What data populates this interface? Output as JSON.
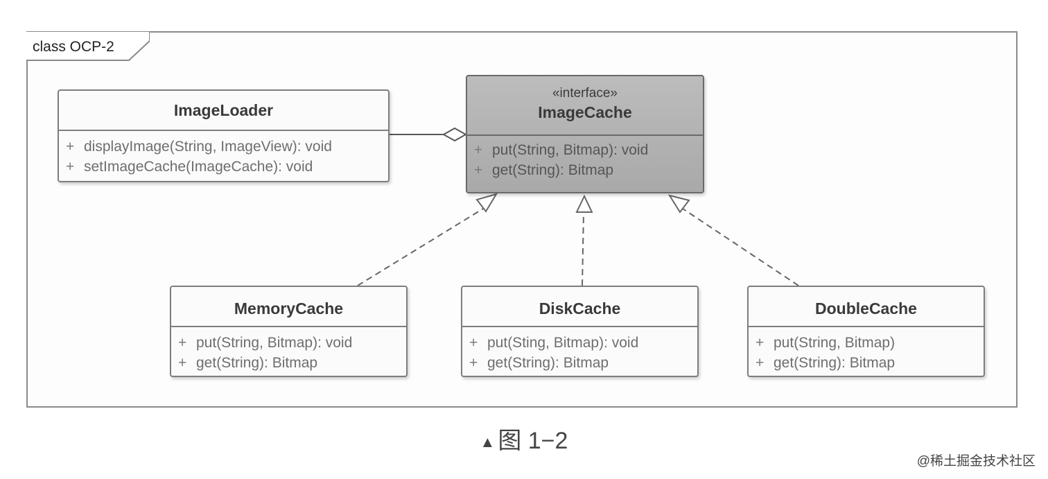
{
  "diagram": {
    "frame_label": "class OCP-2",
    "classes": {
      "image_loader": {
        "name": "ImageLoader",
        "operations": [
          {
            "vis": "+",
            "sig": "displayImage(String, ImageView): void"
          },
          {
            "vis": "+",
            "sig": "setImageCache(ImageCache): void"
          }
        ]
      },
      "image_cache": {
        "stereotype": "«interface»",
        "name": "ImageCache",
        "operations": [
          {
            "vis": "+",
            "sig": "put(String, Bitmap): void"
          },
          {
            "vis": "+",
            "sig": "get(String): Bitmap"
          }
        ]
      },
      "memory_cache": {
        "name": "MemoryCache",
        "operations": [
          {
            "vis": "+",
            "sig": "put(String, Bitmap): void"
          },
          {
            "vis": "+",
            "sig": "get(String): Bitmap"
          }
        ]
      },
      "disk_cache": {
        "name": "DiskCache",
        "operations": [
          {
            "vis": "+",
            "sig": "put(Sting, Bitmap): void"
          },
          {
            "vis": "+",
            "sig": "get(String): Bitmap"
          }
        ]
      },
      "double_cache": {
        "name": "DoubleCache",
        "operations": [
          {
            "vis": "+",
            "sig": "put(String, Bitmap)"
          },
          {
            "vis": "+",
            "sig": "get(String): Bitmap"
          }
        ]
      }
    },
    "relations": [
      {
        "type": "aggregation",
        "from": "ImageLoader",
        "to": "ImageCache"
      },
      {
        "type": "realization",
        "from": "MemoryCache",
        "to": "ImageCache"
      },
      {
        "type": "realization",
        "from": "DiskCache",
        "to": "ImageCache"
      },
      {
        "type": "realization",
        "from": "DoubleCache",
        "to": "ImageCache"
      }
    ]
  },
  "caption": {
    "marker": "▲",
    "text": "图 1−2"
  },
  "watermark": "@稀土掘金技术社区",
  "colors": {
    "interface_fill": "#b3b3b3",
    "class_fill": "#fbfbfb",
    "border": "#7d7d7d"
  }
}
